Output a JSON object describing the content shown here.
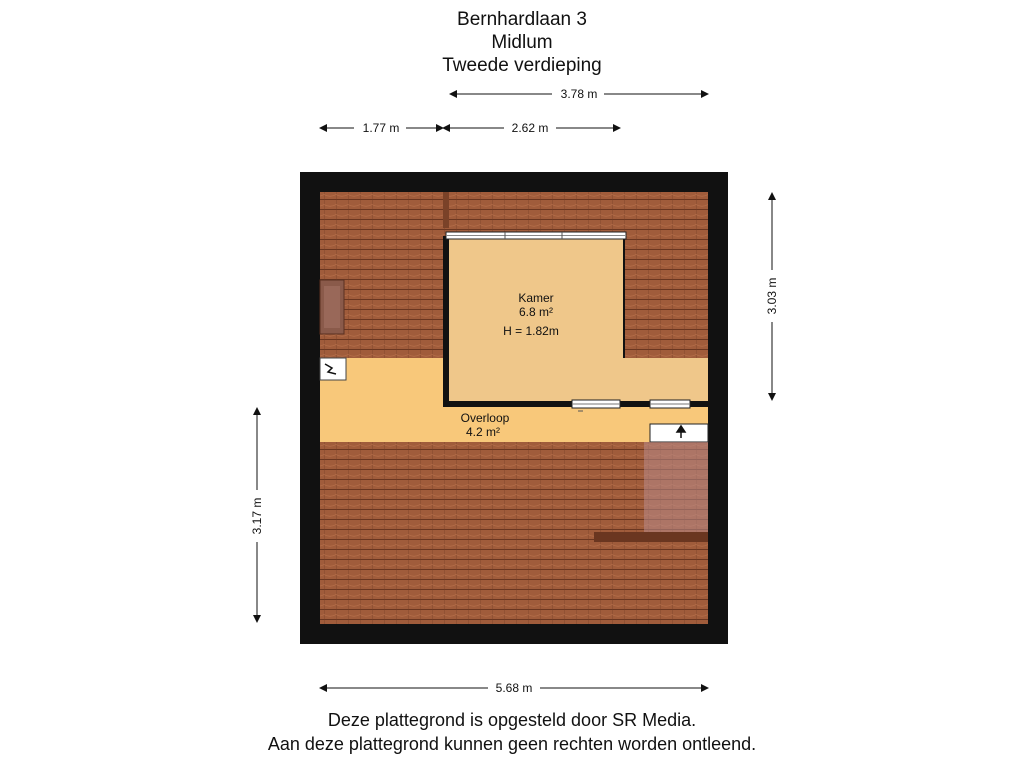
{
  "header": {
    "address": "Bernhardlaan 3",
    "city": "Midlum",
    "floor": "Tweede verdieping"
  },
  "dimensions": {
    "top_right": "3.78 m",
    "top_left": "1.77 m",
    "top_middle": "2.62 m",
    "right": "3.03 m",
    "left": "3.17 m",
    "bottom": "5.68 m"
  },
  "rooms": {
    "kamer": {
      "name": "Kamer",
      "area": "6.8 m²",
      "height": "H = 1.82m"
    },
    "overloop": {
      "name": "Overloop",
      "area": "4.2 m²"
    }
  },
  "footer": {
    "line1": "Deze plattegrond is opgesteld door SR Media.",
    "line2": "Aan deze plattegrond kunnen geen rechten worden ontleend."
  },
  "colors": {
    "wall": "#111111",
    "roof_tile": "#9a5a3c",
    "roof_line": "#6e3a22",
    "floor": "#f8c87a",
    "kamer_floor": "#efc78a"
  }
}
